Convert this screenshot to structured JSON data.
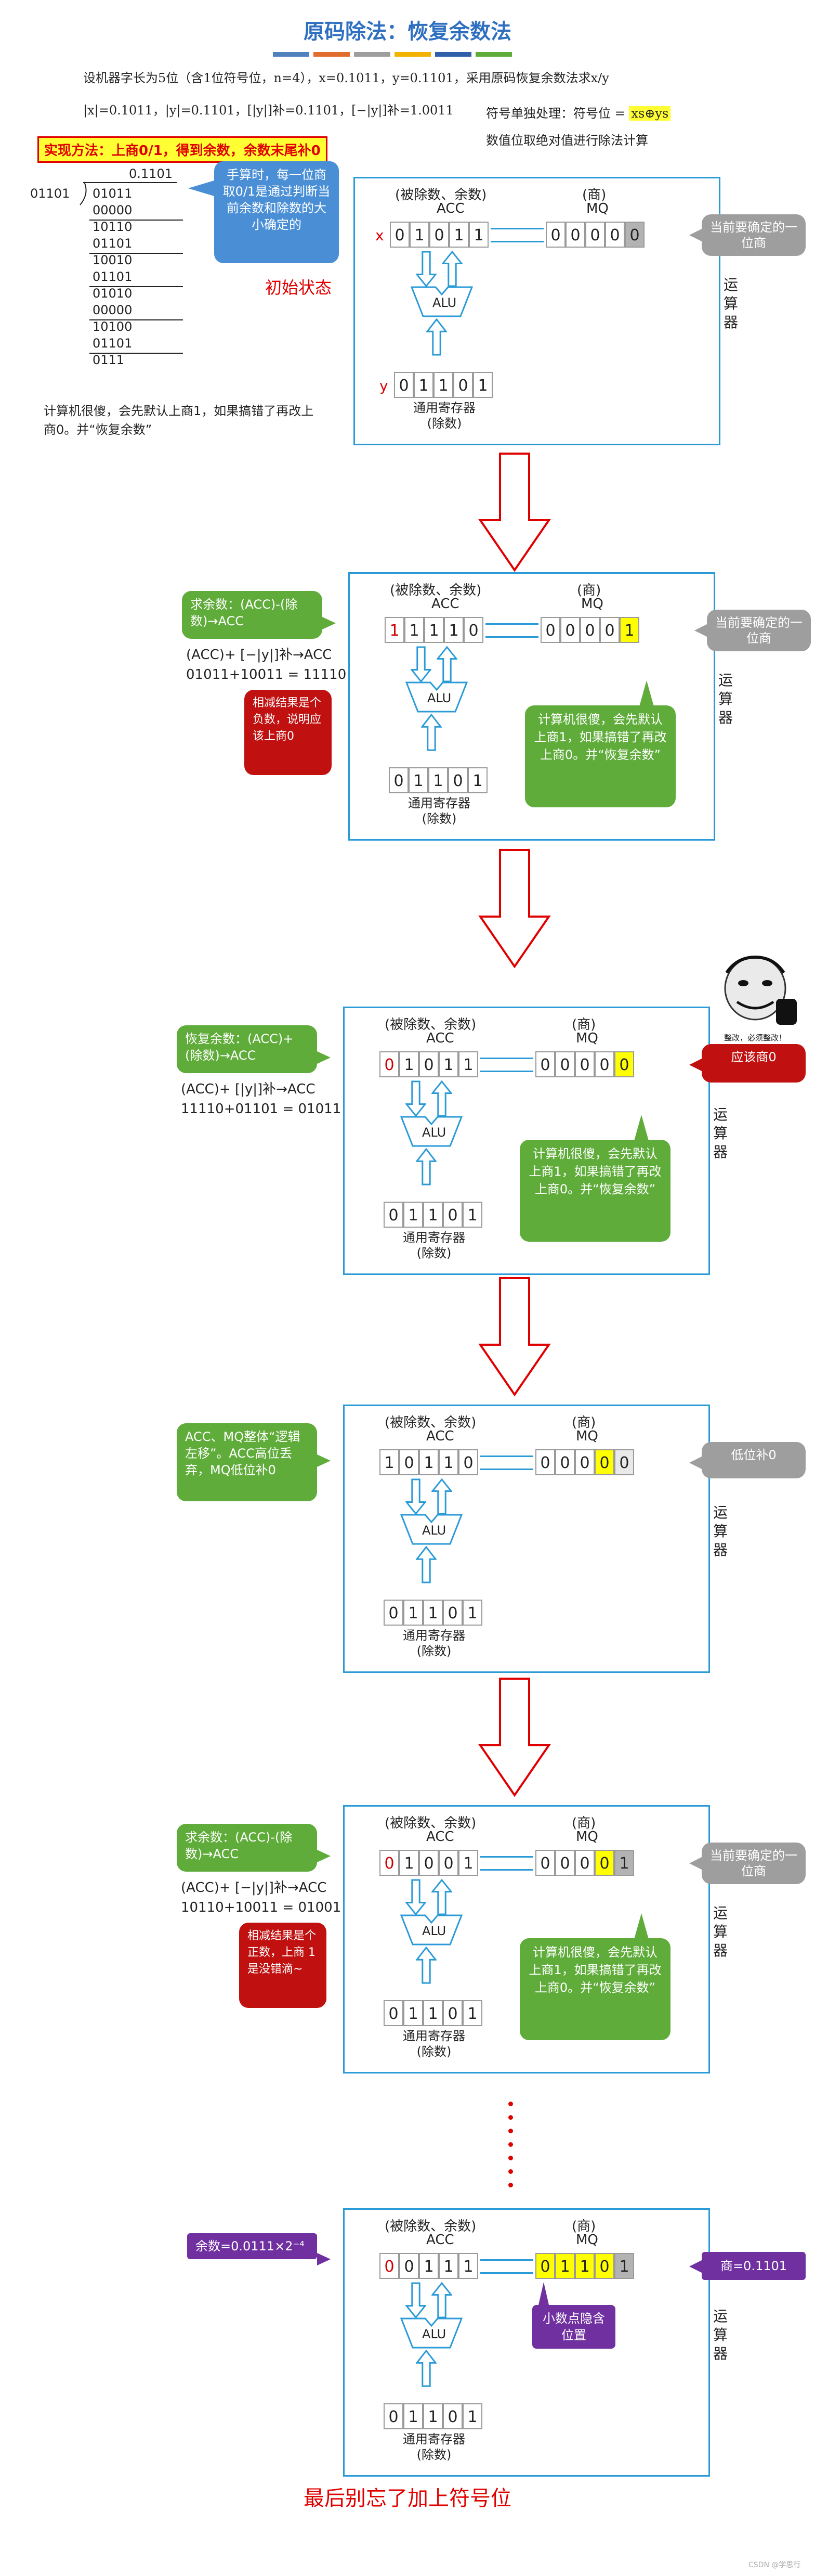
{
  "header": {
    "title": "原码除法：恢复余数法",
    "bar_colors": [
      "#4f81bd",
      "#e06c2e",
      "#9e9e9e",
      "#f2b300",
      "#2e5fa8",
      "#5fac3a"
    ],
    "line1": "设机器字长为5位（含1位符号位，n=4），x=0.1011，y=0.1101，采用原码恢复余数法求x/y",
    "line2": "|x|=0.1011，|y|=0.1101，[|y|]补=0.1101，[−|y|]补=1.0011",
    "sign_label": "符号单独处理：符号位 = ",
    "sign_formula": "xs⊕ys",
    "line4": "数值位取绝对值进行除法计算"
  },
  "method": "实现方法：上商0/1，得到余数，余数末尾补0",
  "long_division": {
    "quotient": "0.1101",
    "divisor": "01101",
    "steps": [
      "01011",
      "00000",
      "10110",
      "01101",
      "10010",
      "01101",
      "01010",
      "00000",
      "10100",
      "01101",
      "0111"
    ],
    "note": "计算机很傻，会先默认上商1，如果搞错了再改上商0。并“恢复余数”"
  },
  "bubble_hand": "手算时，每一位商取0/1是通过判断当前余数和除数的大小确定的",
  "initial_state": "初始状态",
  "labels": {
    "acc_title": "(被除数、余数)",
    "acc": "ACC",
    "mq_title": "(商)",
    "mq": "MQ",
    "alu": "ALU",
    "reg": "通用寄存器",
    "reg_sub": "(除数)",
    "yunsuan": "运算器",
    "x": "x",
    "y": "y"
  },
  "stages": [
    {
      "acc": [
        "0",
        "1",
        "0",
        "1",
        "1"
      ],
      "mq": [
        "0",
        "0",
        "0",
        "0",
        "0"
      ],
      "reg": [
        "0",
        "1",
        "1",
        "0",
        "1"
      ],
      "right_bubble": "当前要确定的一位商"
    },
    {
      "left_bubble": "求余数：(ACC)-(除数)→ACC",
      "formula1": "(ACC)+ [−|y|]补→ACC",
      "formula2": "01011+10011 = 11110",
      "red_bubble": "相减结果是个负数，说明应该上商0",
      "acc": [
        "1",
        "1",
        "1",
        "1",
        "0"
      ],
      "mq": [
        "0",
        "0",
        "0",
        "0",
        "1"
      ],
      "reg": [
        "0",
        "1",
        "1",
        "0",
        "1"
      ],
      "right_bubble": "当前要确定的一位商",
      "green_bubble": "计算机很傻，会先默认上商1，如果搞错了再改上商0。并“恢复余数”"
    },
    {
      "left_bubble": "恢复余数：(ACC)+(除数)→ACC",
      "formula1": "(ACC)+ [|y|]补→ACC",
      "formula2": "11110+01101 = 01011",
      "acc": [
        "0",
        "1",
        "0",
        "1",
        "1"
      ],
      "mq": [
        "0",
        "0",
        "0",
        "0",
        "0"
      ],
      "reg": [
        "0",
        "1",
        "1",
        "0",
        "1"
      ],
      "right_bubble": "应该商0",
      "green_bubble": "计算机很傻，会先默认上商1，如果搞错了再改上商0。并“恢复余数”",
      "meme_caption": "整改，必须整改！"
    },
    {
      "left_bubble": "ACC、MQ整体“逻辑左移”。ACC高位丢弃，MQ低位补0",
      "acc": [
        "1",
        "0",
        "1",
        "1",
        "0"
      ],
      "mq": [
        "0",
        "0",
        "0",
        "0",
        "0"
      ],
      "reg": [
        "0",
        "1",
        "1",
        "0",
        "1"
      ],
      "right_bubble": "低位补0"
    },
    {
      "left_bubble": "求余数：(ACC)-(除数)→ACC",
      "formula1": "(ACC)+ [−|y|]补→ACC",
      "formula2": "10110+10011 = 01001",
      "red_bubble": "相减结果是个正数，上商 1 是没错滴~",
      "acc": [
        "0",
        "1",
        "0",
        "0",
        "1"
      ],
      "mq": [
        "0",
        "0",
        "0",
        "0",
        "1"
      ],
      "reg": [
        "0",
        "1",
        "1",
        "0",
        "1"
      ],
      "right_bubble": "当前要确定的一位商",
      "green_bubble": "计算机很傻，会先默认上商1，如果搞错了再改上商0。并“恢复余数”"
    },
    {
      "left_bubble": "余数=0.0111×2⁻⁴",
      "acc": [
        "0",
        "0",
        "1",
        "1",
        "1"
      ],
      "mq": [
        "0",
        "1",
        "1",
        "0",
        "1"
      ],
      "reg": [
        "0",
        "1",
        "1",
        "0",
        "1"
      ],
      "right_bubble": "商=0.1101",
      "purple_bubble": "小数点隐含位置"
    }
  ],
  "final_caption": "最后别忘了加上符号位",
  "watermark": "CSDN @学思行"
}
